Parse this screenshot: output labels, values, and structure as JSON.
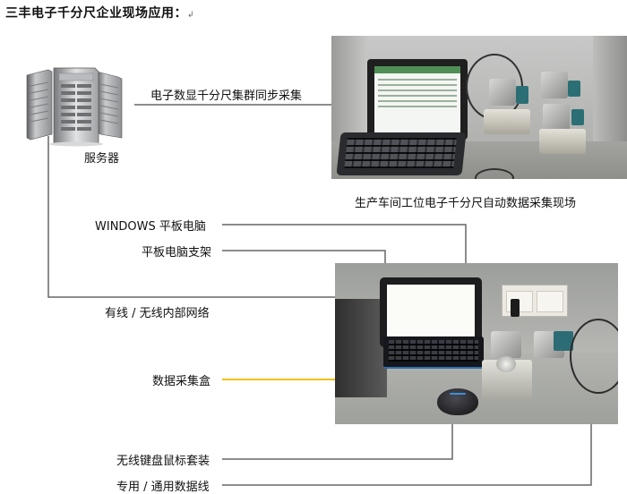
{
  "title": "三丰电子千分尺企业现场应用：",
  "title_mark": "↲",
  "server_label": "服务器",
  "sync_label": "电子数显千分尺集群同步采集",
  "photo1_caption": "生产车间工位电子千分尺自动数据采集现场",
  "callouts": {
    "tablet": "WINDOWS 平板电脑",
    "stand": "平板电脑支架",
    "network": "有线 / 无线内部网络",
    "box": "数据采集盒",
    "kbmouse": "无线键盘鼠标套装",
    "cable": "专用 / 通用数据线"
  },
  "colors": {
    "line": "#666666",
    "highlight_line": "#f0c20a"
  }
}
